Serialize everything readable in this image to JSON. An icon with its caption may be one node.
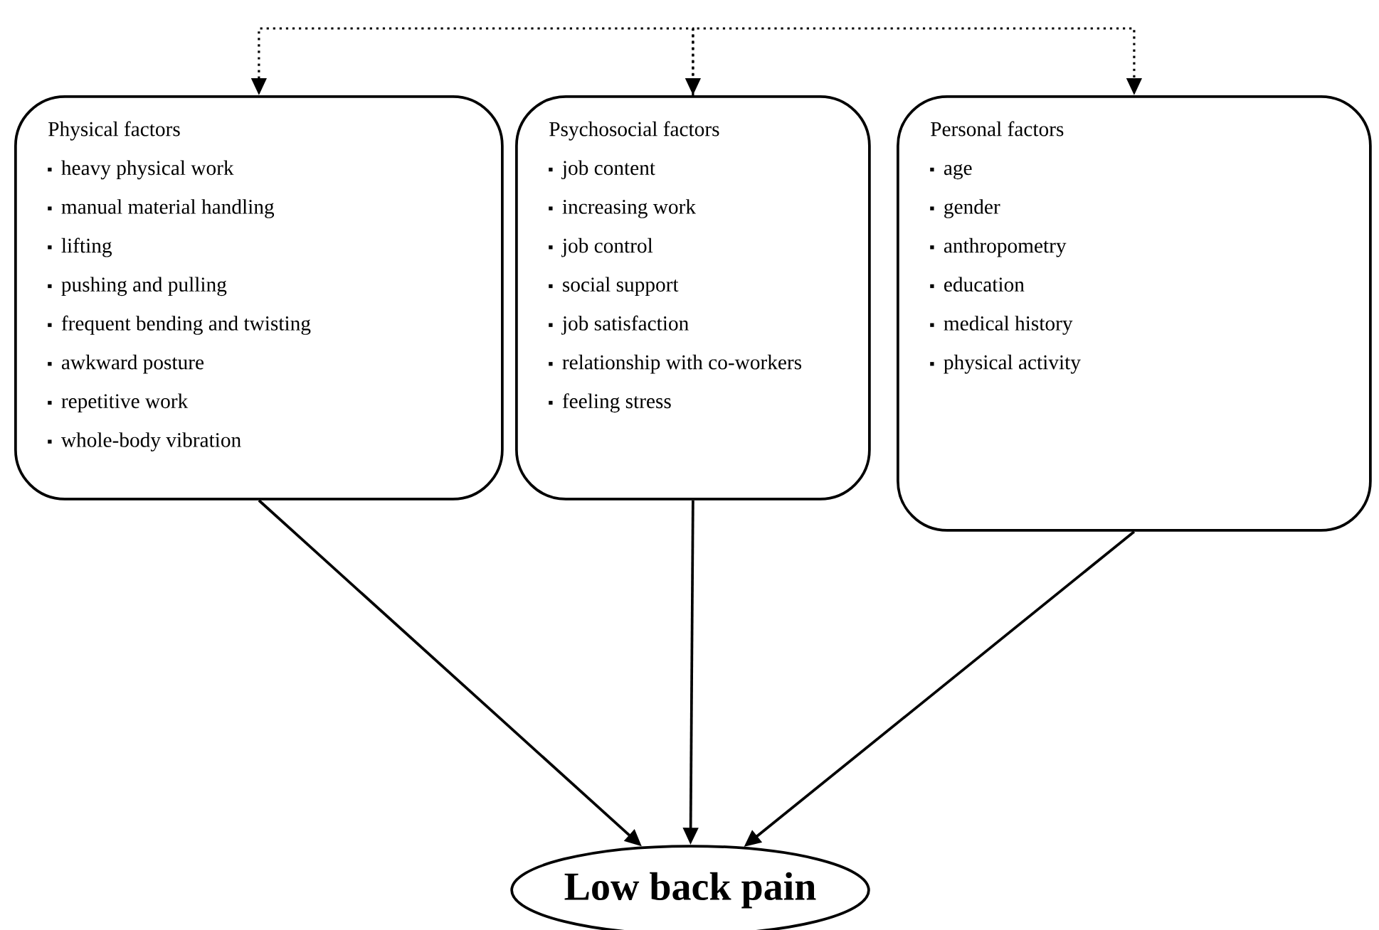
{
  "diagram": {
    "nodes": [
      {
        "text": [
          "Physical factors",
          "heavy physical work",
          "manual material handling",
          "lifting",
          "pushing and pulling",
          "frequent bending and twisting",
          "awkward posture",
          "repetitive work",
          "whole-body vibration"
        ]
      },
      {
        "text": [
          "Psychosocial factors",
          "job content",
          "increasing work",
          "job control",
          "social support",
          "job satisfaction",
          "relationship with co-workers",
          "feeling stress"
        ]
      },
      {
        "text": [
          "Personal factors",
          "age",
          "gender",
          "anthropometry",
          "education",
          "medical history",
          "physical activity"
        ]
      },
      {
        "text": [
          "Low back pain"
        ]
      }
    ],
    "edges": [
      {
        "from": 0,
        "to": 1,
        "arrow": "both",
        "style": "dashed"
      },
      {
        "from": 1,
        "to": 2,
        "arrow": "to",
        "style": "dashed"
      },
      {
        "from": 0,
        "to": 3,
        "arrow": "to"
      },
      {
        "from": 1,
        "to": 3,
        "arrow": "to"
      },
      {
        "from": 2,
        "to": 3,
        "arrow": "to"
      }
    ]
  }
}
